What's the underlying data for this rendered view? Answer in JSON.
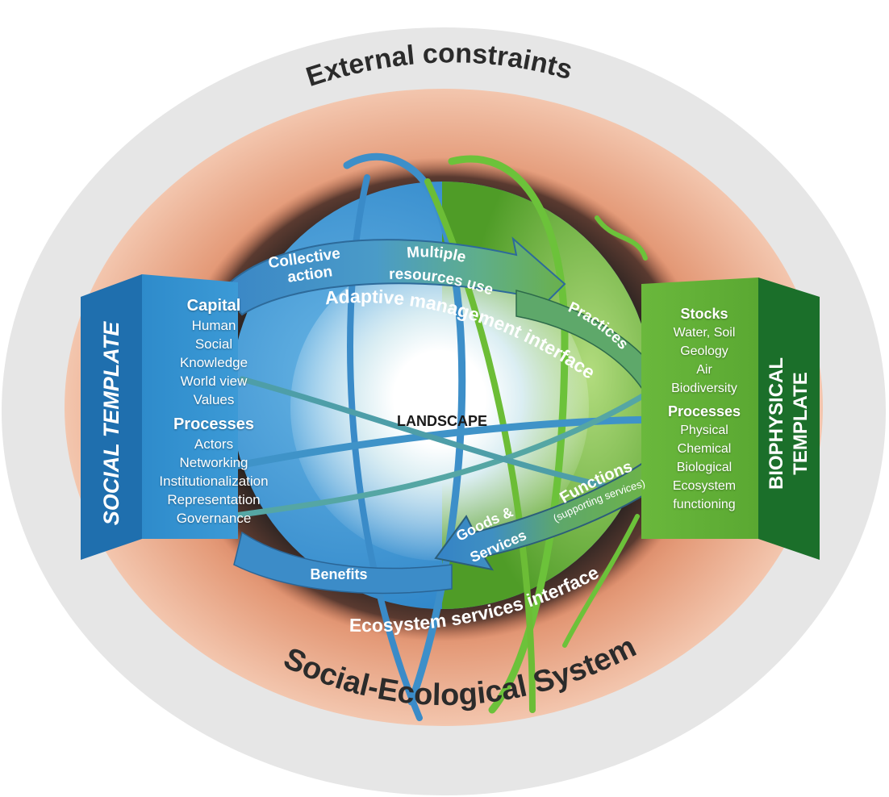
{
  "outer_label": "External constraints",
  "system_label": "Social-Ecological System",
  "center_label": "LANDSCAPE",
  "social": {
    "template_label": "SOCIAL TEMPLATE",
    "capital_title": "Capital",
    "capital_items": [
      "Human",
      "Social",
      "Knowledge",
      "World view",
      "Values"
    ],
    "processes_title": "Processes",
    "processes_items": [
      "Actors",
      "Networking",
      "Institutionalization",
      "Representation",
      "Governance"
    ]
  },
  "biophysical": {
    "template_label_1": "BIOPHYSICAL",
    "template_label_2": "TEMPLATE",
    "stocks_title": "Stocks",
    "stocks_items": [
      "Water, Soil",
      "Geology",
      "Air",
      "Biodiversity"
    ],
    "processes_title": "Processes",
    "processes_items": [
      "Physical",
      "Chemical",
      "Biological",
      "Ecosystem",
      "functioning"
    ]
  },
  "top_arrow": {
    "collective_1": "Collective",
    "collective_2": "action",
    "multiple_1": "Multiple",
    "multiple_2": "resources use",
    "practices": "Practices"
  },
  "adaptive_interface": "Adaptive management interface",
  "bottom_arrow": {
    "functions": "Functions",
    "functions_sub": "(supporting services)",
    "goods_1": "Goods &",
    "goods_2": "Services",
    "benefits": "Benefits"
  },
  "ecosystem_interface": "Ecosystem services interface",
  "colors": {
    "outer_ring": "#e6e6e6",
    "salmon": "#e69b78",
    "social_blue": "#3a96cf",
    "bio_green": "#5aa832",
    "dark_green": "#1e7a2e"
  }
}
